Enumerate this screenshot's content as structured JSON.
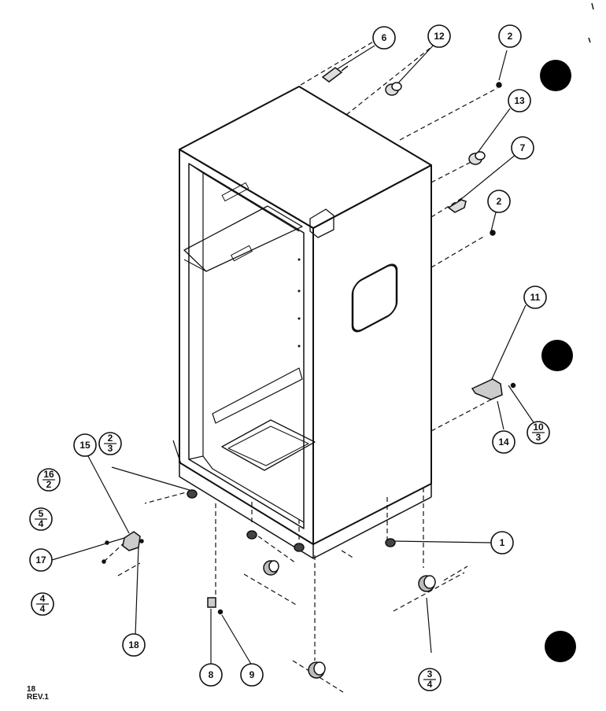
{
  "callouts": [
    {
      "id": "c6",
      "label": "6"
    },
    {
      "id": "c12",
      "label": "12"
    },
    {
      "id": "c2a",
      "label": "2"
    },
    {
      "id": "c13",
      "label": "13"
    },
    {
      "id": "c7",
      "label": "7"
    },
    {
      "id": "c2b",
      "label": "2"
    },
    {
      "id": "c11",
      "label": "11"
    },
    {
      "id": "c10",
      "label": "10",
      "sub": "3"
    },
    {
      "id": "c14",
      "label": "14"
    },
    {
      "id": "c2c",
      "label": "2",
      "sub": "3"
    },
    {
      "id": "c15",
      "label": "15"
    },
    {
      "id": "c16",
      "label": "16",
      "sub": "2"
    },
    {
      "id": "c5",
      "label": "5",
      "sub": "4"
    },
    {
      "id": "c17",
      "label": "17"
    },
    {
      "id": "c4",
      "label": "4",
      "sub": "4"
    },
    {
      "id": "c18",
      "label": "18"
    },
    {
      "id": "c1",
      "label": "1"
    },
    {
      "id": "c8",
      "label": "8"
    },
    {
      "id": "c9",
      "label": "9"
    },
    {
      "id": "c3",
      "label": "3",
      "sub": "4"
    }
  ],
  "footer": {
    "line1": "18",
    "line2": "REV.1"
  },
  "colors": {
    "ink": "#111111",
    "paper": "#ffffff"
  }
}
